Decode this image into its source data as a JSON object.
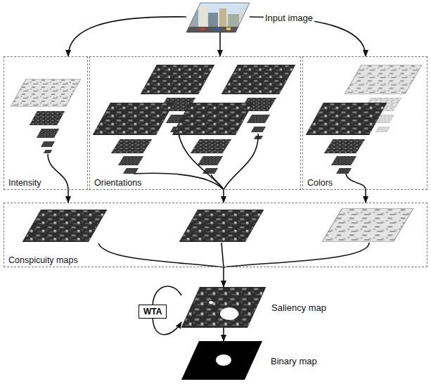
{
  "diagram": {
    "nodes": [
      {
        "text": [
          "Input image"
        ]
      },
      {
        "text": [
          "Intensity"
        ]
      },
      {
        "text": [
          "Orientations"
        ]
      },
      {
        "text": [
          "Colors"
        ]
      },
      {
        "text": [
          "Conspicuity maps"
        ]
      },
      {
        "text": [
          "WTA"
        ]
      },
      {
        "text": [
          "Saliency map"
        ]
      },
      {
        "text": [
          "Binary map"
        ]
      }
    ],
    "edges": [
      {
        "from": 0,
        "to": 1,
        "arrow": "to"
      },
      {
        "from": 0,
        "to": 2,
        "arrow": "to"
      },
      {
        "from": 0,
        "to": 3,
        "arrow": "to"
      },
      {
        "from": 1,
        "to": 4,
        "arrow": "to"
      },
      {
        "from": 2,
        "to": 4,
        "arrow": "to"
      },
      {
        "from": 3,
        "to": 4,
        "arrow": "to"
      },
      {
        "from": 4,
        "to": 6,
        "arrow": "to"
      },
      {
        "from": 6,
        "to": 5,
        "arrow": "none"
      },
      {
        "from": 5,
        "to": 6,
        "arrow": "to"
      },
      {
        "from": 6,
        "to": 7,
        "arrow": "to"
      }
    ]
  }
}
